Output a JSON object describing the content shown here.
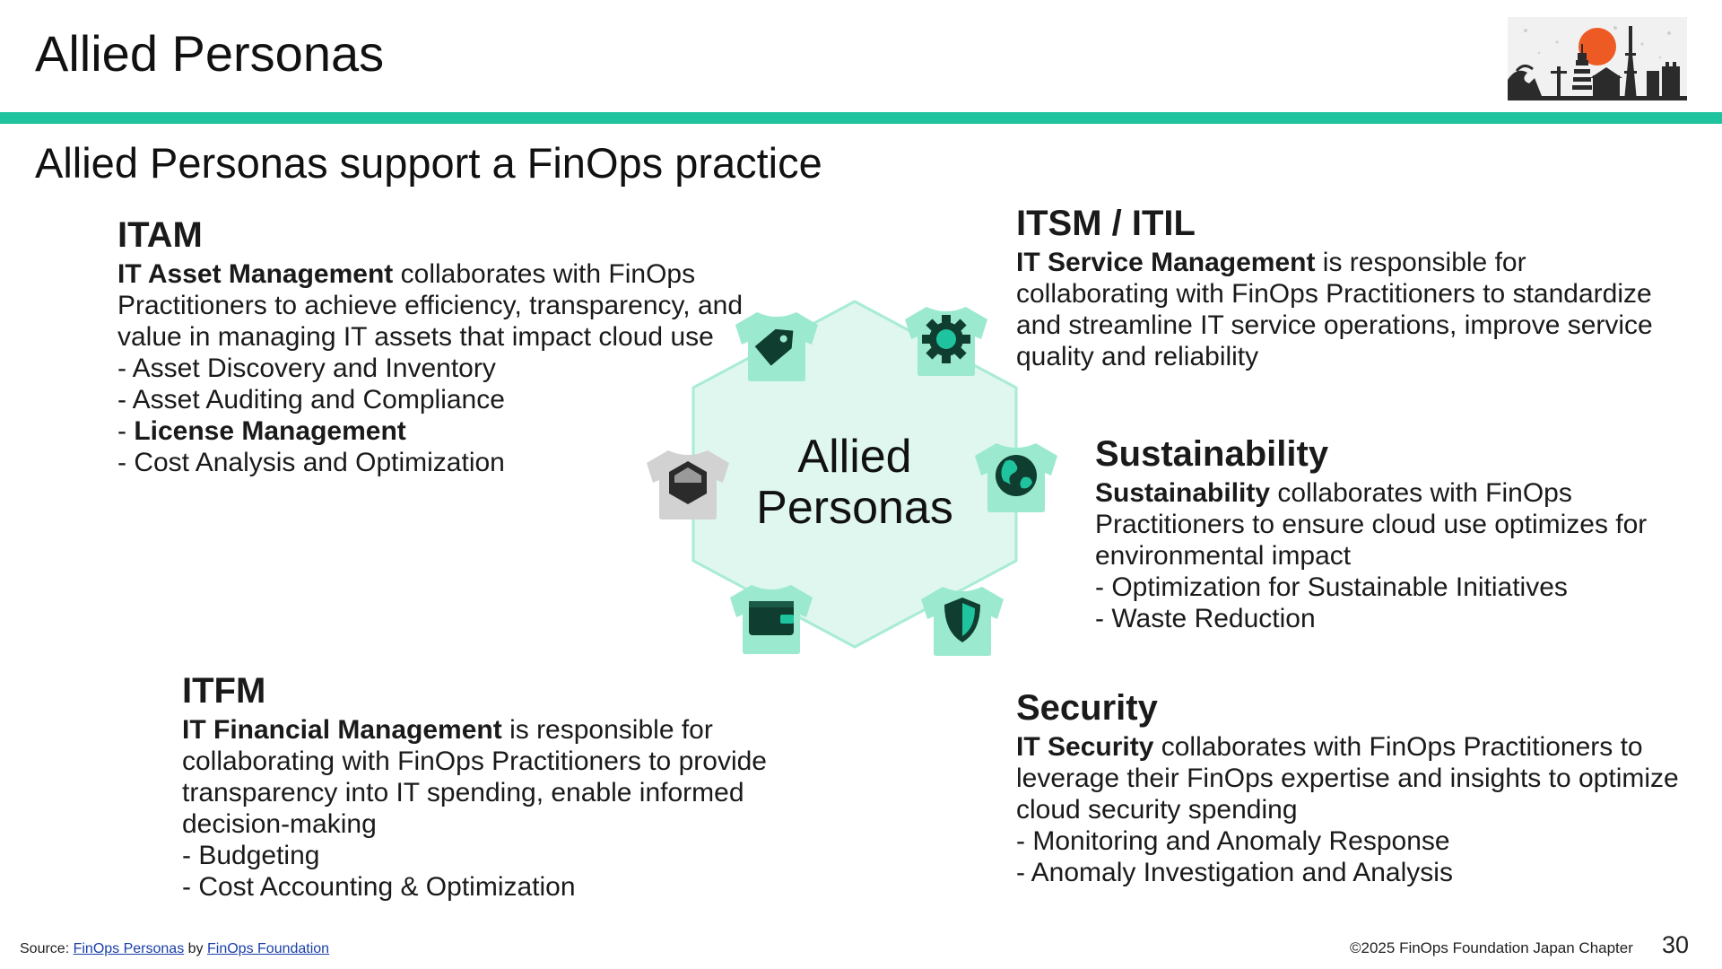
{
  "slide": {
    "title": "Allied Personas",
    "subtitle": "Allied Personas support a FinOps practice",
    "page_number": "30"
  },
  "diagram": {
    "center_line1": "Allied",
    "center_line2": "Personas",
    "colors": {
      "hex_fill": "#dff7ef",
      "hex_stroke": "#a8ebd6",
      "shirt": "#9be9cf",
      "shirt_gray": "#d2d2d2",
      "icon_dark": "#0f3d30"
    },
    "icons": [
      "price-tag-icon",
      "gear-icon",
      "globe-icon",
      "shield-icon",
      "wallet-icon",
      "hexagon-badge-icon"
    ]
  },
  "itam": {
    "heading": "ITAM",
    "body_bold": "IT Asset Management",
    "body_rest": " collaborates with FinOps Practitioners to achieve efficiency, transparency, and value in managing IT assets that impact cloud use",
    "items": [
      {
        "prefix": "- ",
        "text": "Asset Discovery and Inventory",
        "bold": false
      },
      {
        "prefix": "- ",
        "text": "Asset Auditing and Compliance",
        "bold": false
      },
      {
        "prefix": "- ",
        "text": "License Management",
        "bold": true
      },
      {
        "prefix": "- ",
        "text": "Cost Analysis and Optimization",
        "bold": false
      }
    ]
  },
  "itsm": {
    "heading": "ITSM / ITIL",
    "body_bold": "IT Service Management",
    "body_rest": " is responsible for collaborating with FinOps Practitioners to standardize and streamline IT service operations, improve service quality and reliability"
  },
  "sustainability": {
    "heading": "Sustainability",
    "body_bold": "Sustainability",
    "body_rest": " collaborates with FinOps Practitioners to ensure cloud use optimizes for environmental impact",
    "items": [
      {
        "prefix": "- ",
        "text": "Optimization for Sustainable Initiatives",
        "bold": false
      },
      {
        "prefix": "- ",
        "text": "Waste Reduction",
        "bold": false
      }
    ]
  },
  "itfm": {
    "heading": "ITFM",
    "body_bold": "IT Financial Management",
    "body_rest": " is responsible for collaborating with FinOps Practitioners to provide transparency into IT spending, enable informed decision-making",
    "items": [
      {
        "prefix": "- ",
        "text": "Budgeting",
        "bold": false
      },
      {
        "prefix": "- ",
        "text": "Cost Accounting & Optimization",
        "bold": false
      }
    ]
  },
  "security": {
    "heading": "Security",
    "body_bold": "IT Security",
    "body_rest": " collaborates with FinOps Practitioners to leverage their FinOps expertise and insights to optimize cloud security spending",
    "items": [
      {
        "prefix": "- ",
        "text": "Monitoring and Anomaly Response",
        "bold": false
      },
      {
        "prefix": "- ",
        "text": "Anomaly Investigation and Analysis",
        "bold": false
      }
    ]
  },
  "footer": {
    "source_prefix": "Source: ",
    "source_link1": "FinOps Personas",
    "source_mid": " by ",
    "source_link2": "FinOps Foundation",
    "copyright": "©2025 FinOps Foundation Japan Chapter"
  }
}
